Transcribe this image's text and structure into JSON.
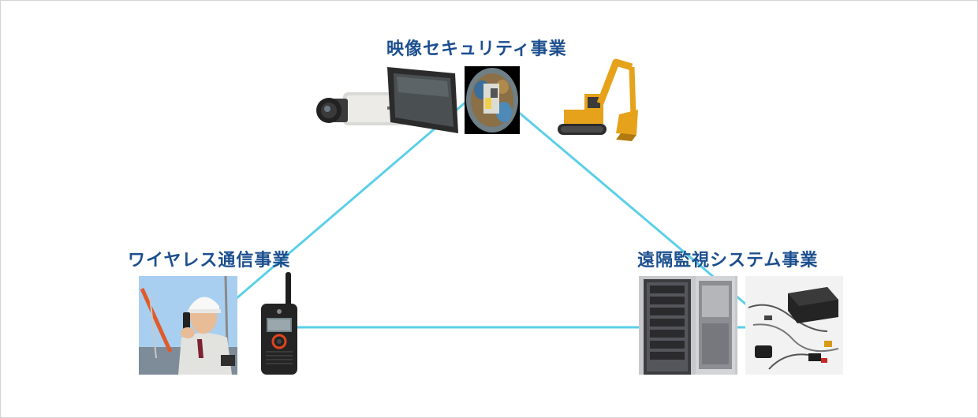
{
  "diagram": {
    "nodes": [
      {
        "id": "video-security",
        "label": "映像セキュリティ事業",
        "illustrations": [
          "surveillance-camera",
          "vehicle-monitor",
          "fisheye-camera-view",
          "excavator"
        ]
      },
      {
        "id": "wireless",
        "label": "ワイヤレス通信事業",
        "illustrations": [
          "worker-with-radio",
          "walkie-talkie"
        ]
      },
      {
        "id": "remote-monitoring",
        "label": "遠隔監視システム事業",
        "illustrations": [
          "server-racks",
          "control-unit-with-cables"
        ]
      }
    ],
    "edges": [
      {
        "from": "video-security",
        "to": "wireless"
      },
      {
        "from": "video-security",
        "to": "remote-monitoring"
      },
      {
        "from": "wireless",
        "to": "remote-monitoring"
      }
    ],
    "colors": {
      "line": "#5bcfe8",
      "title": "#1c4f8f",
      "border": "#d4d4d4",
      "background": "#ffffff"
    }
  }
}
